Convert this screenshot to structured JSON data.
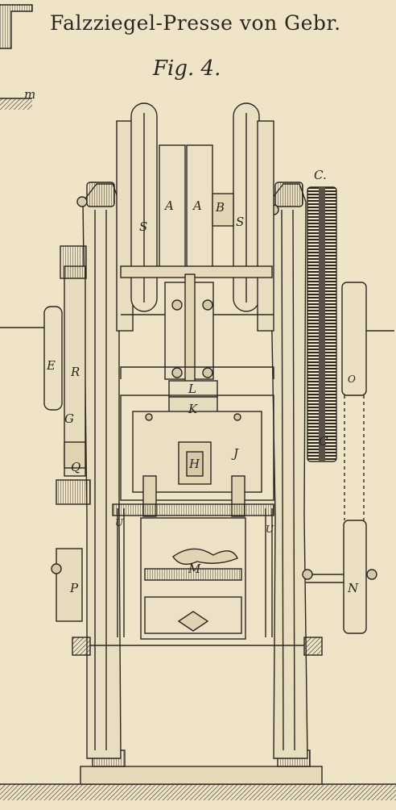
{
  "header": {
    "title": "Falzziegel-Presse von Gebr.",
    "figure": "Fig. 4."
  },
  "labels": {
    "m": "m",
    "C_top": "C.",
    "A1": "A",
    "A2": "A",
    "B": "B",
    "S1": "S",
    "S2": "S",
    "E": "E",
    "R": "R",
    "L": "L",
    "K": "K",
    "G": "G",
    "Q": "Q",
    "J": "J",
    "H": "H",
    "C_bottom": "C",
    "O": "O",
    "U1": "U",
    "U2": "U",
    "M": "M",
    "P": "P",
    "N": "N"
  },
  "colors": {
    "paper": "#efe4c8",
    "ink": "#2c2620",
    "shade": "#6b6156"
  }
}
